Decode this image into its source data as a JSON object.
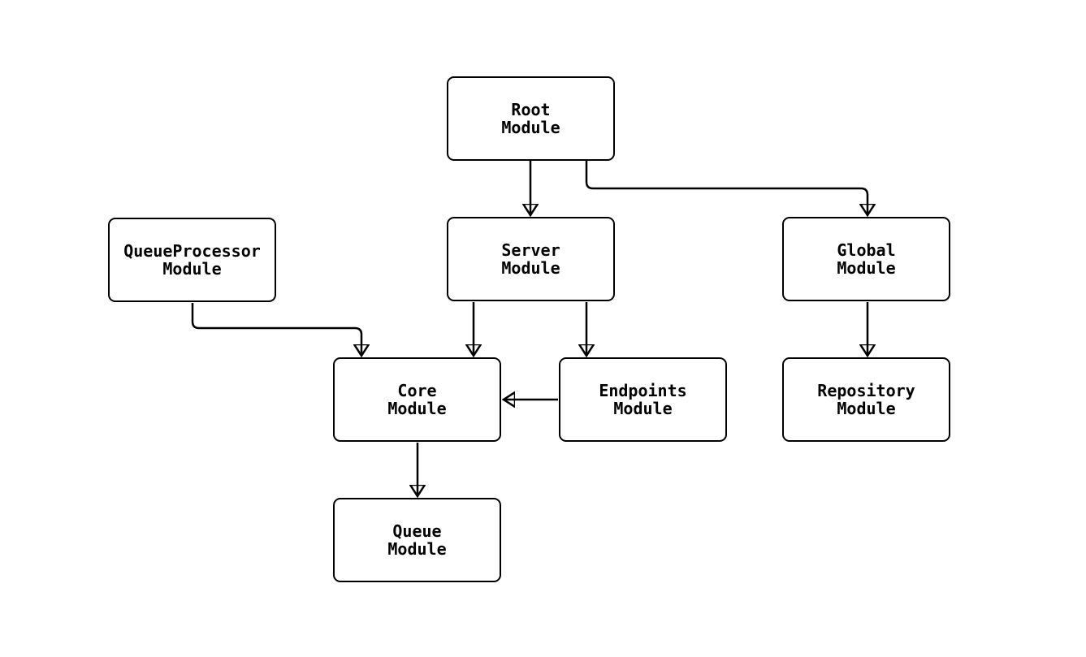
{
  "diagram": {
    "type": "flowchart",
    "background_color": "#ffffff",
    "node_fill_color": "#ffffff",
    "node_border_color": "#000000",
    "text_color": "#000000",
    "arrow_color": "#000000",
    "nodes": {
      "root": {
        "label": "Root\nModule"
      },
      "queueprocessor": {
        "label": "QueueProcessor\nModule"
      },
      "server": {
        "label": "Server\nModule"
      },
      "global": {
        "label": "Global\nModule"
      },
      "core": {
        "label": "Core\nModule"
      },
      "endpoints": {
        "label": "Endpoints\nModule"
      },
      "repository": {
        "label": "Repository\nModule"
      },
      "queue": {
        "label": "Queue\nModule"
      }
    },
    "edges": [
      {
        "from": "Root Module",
        "to": "Server Module"
      },
      {
        "from": "Root Module",
        "to": "Global Module"
      },
      {
        "from": "QueueProcessor Module",
        "to": "Core Module"
      },
      {
        "from": "Server Module",
        "to": "Core Module"
      },
      {
        "from": "Server Module",
        "to": "Endpoints Module"
      },
      {
        "from": "Endpoints Module",
        "to": "Core Module"
      },
      {
        "from": "Global Module",
        "to": "Repository Module"
      },
      {
        "from": "Core Module",
        "to": "Queue Module"
      }
    ]
  }
}
